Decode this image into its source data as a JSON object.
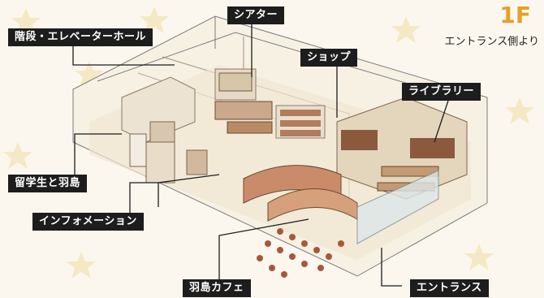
{
  "floor": "1F",
  "view_note": "エントランス側より",
  "colors": {
    "background": "#fbf7ef",
    "watermark": "#f3e3b6",
    "label_bg": "#1d1d1d",
    "label_text": "#ffffff",
    "floor_accent": "#e3a22a"
  },
  "labels": {
    "stairs": "階段・エレベーターホール",
    "theater": "シアター",
    "shop": "ショップ",
    "library": "ライブラリー",
    "students": "留学生と羽島",
    "information": "インフォメーション",
    "cafe": "羽島カフェ",
    "entrance": "エントランス"
  }
}
